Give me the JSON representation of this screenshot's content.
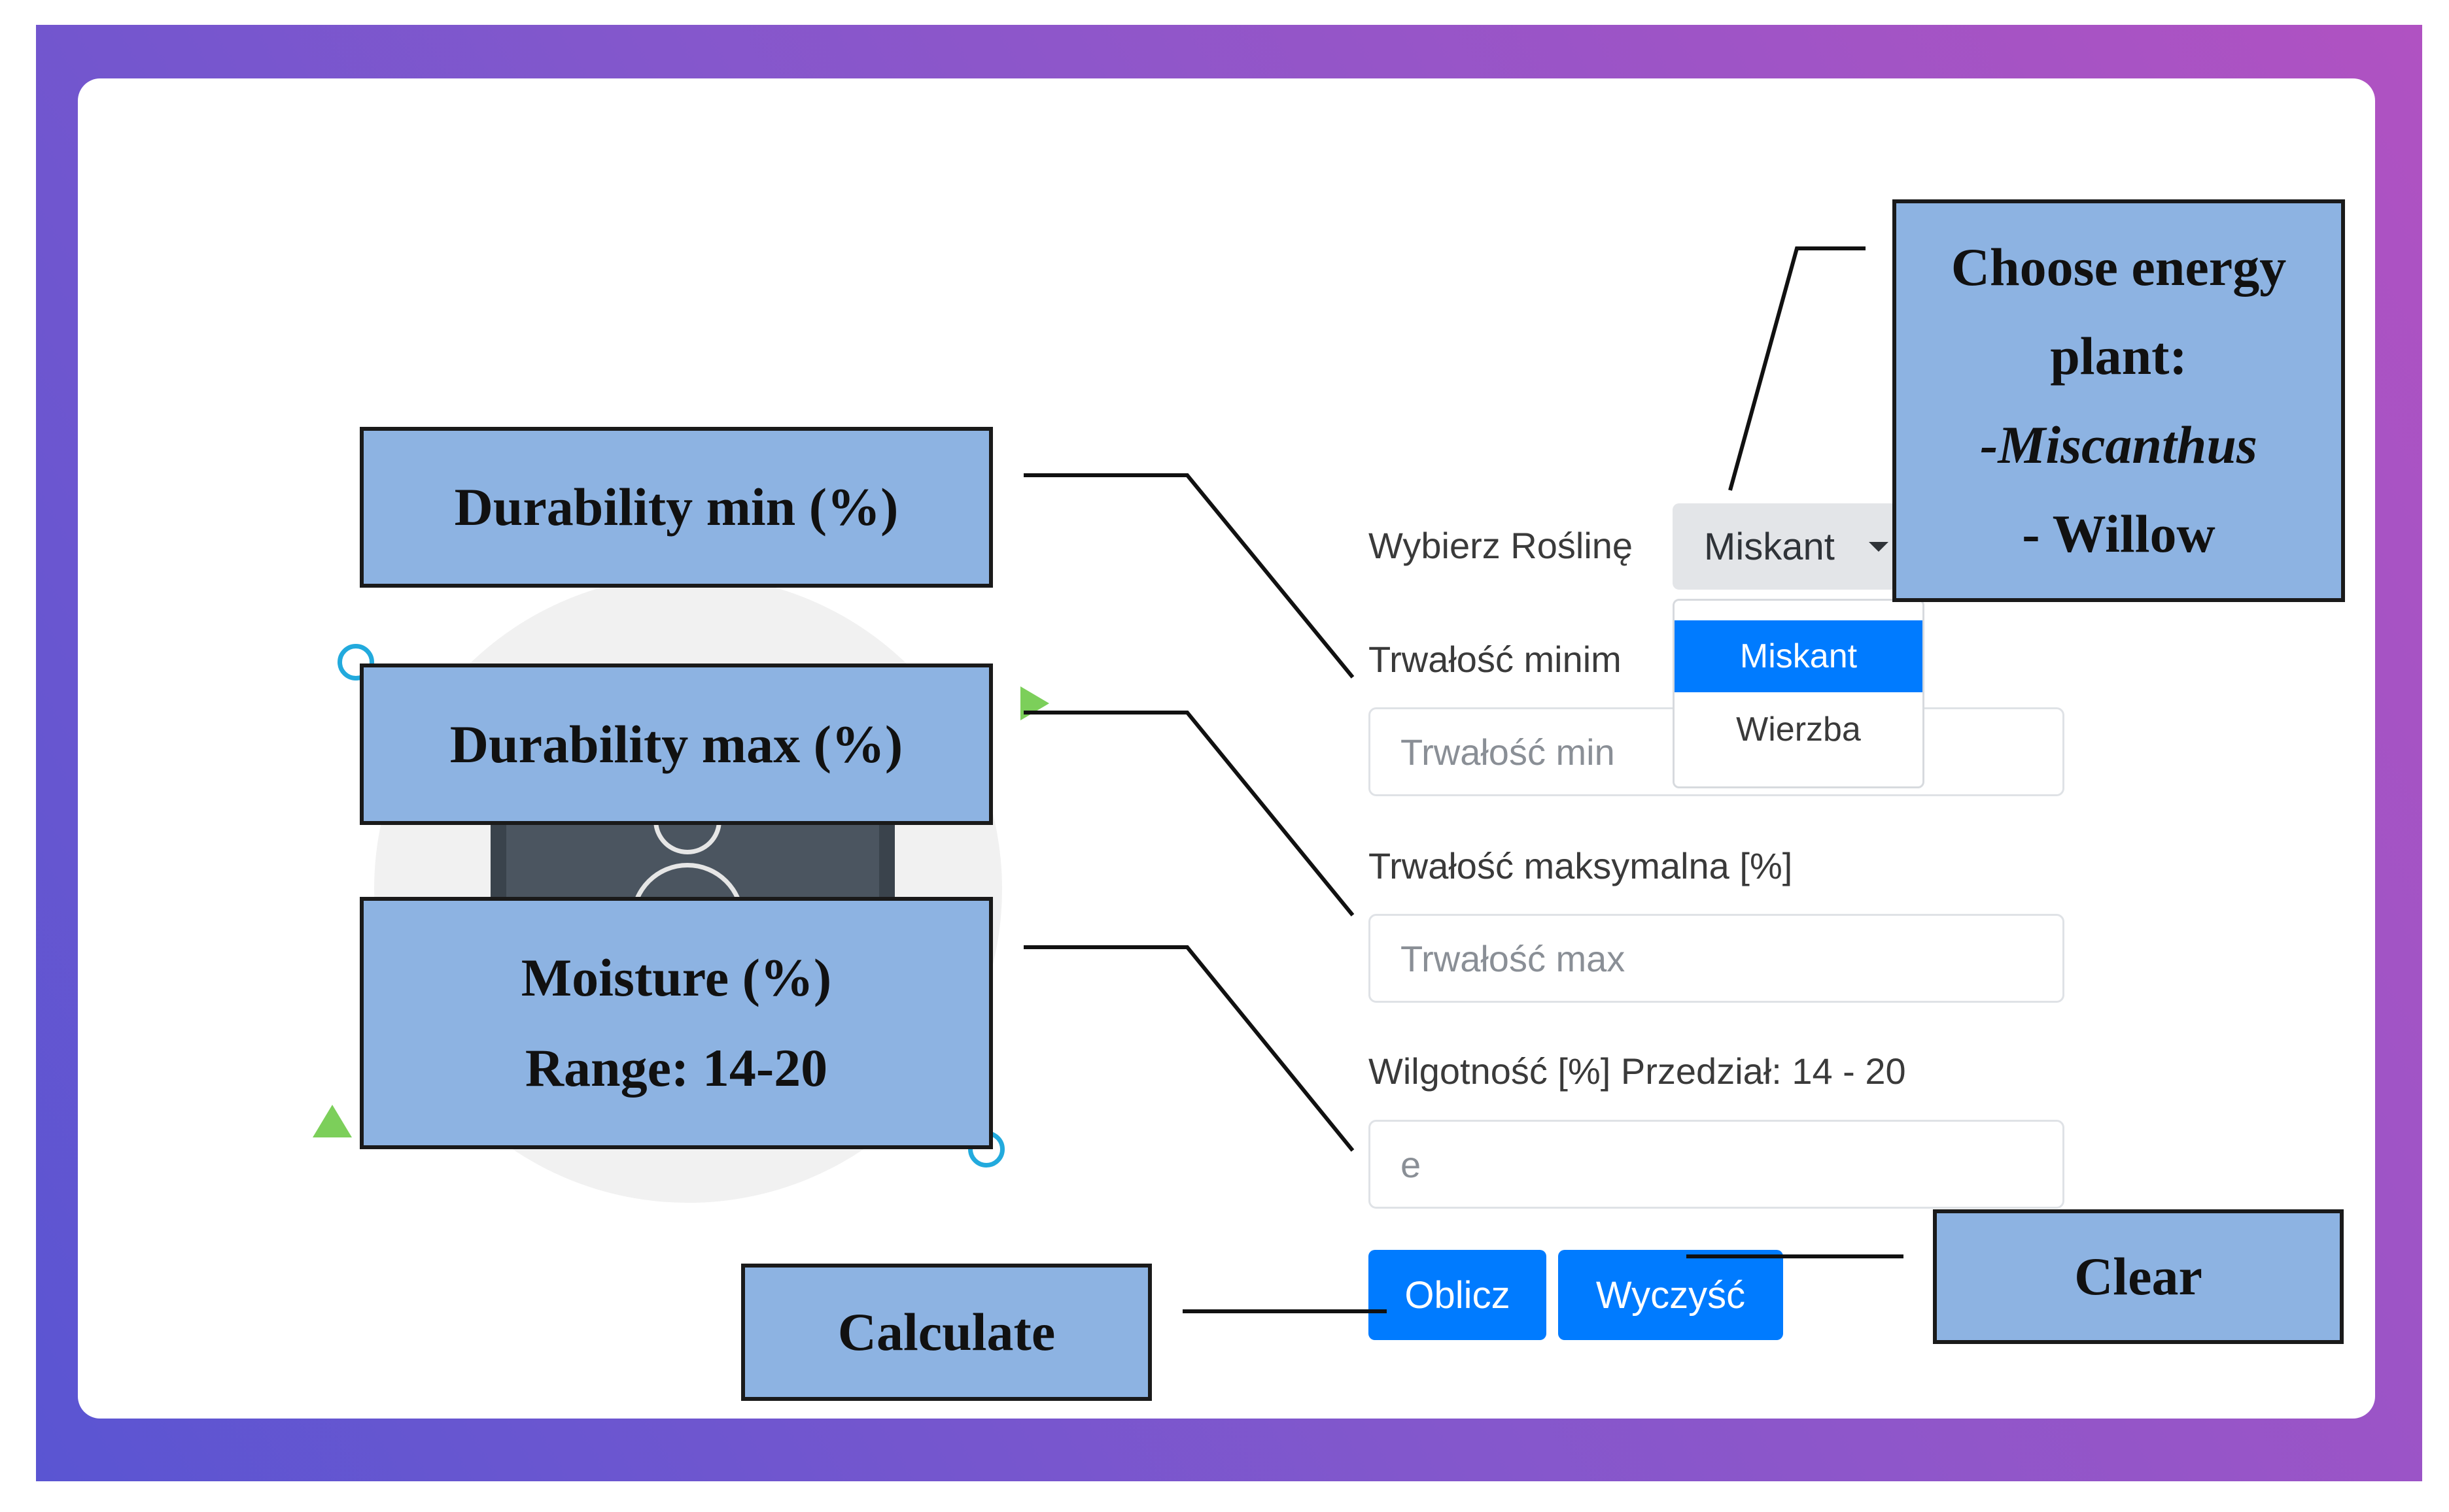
{
  "form": {
    "plant_label": "Wybierz Roślinę",
    "plant_selected": "Miskant",
    "plant_options": [
      "Miskant",
      "Wierzba"
    ],
    "durability_min_label": "Trwałość minim",
    "durability_min_placeholder": "Trwałość min",
    "durability_max_label": "Trwałość maksymalna [%]",
    "durability_max_placeholder": "Trwałość max",
    "moisture_label": "Wilgotność [%] Przedział: 14 - 20",
    "moisture_value": "e",
    "calculate_button": "Oblicz",
    "clear_button": "Wyczyść"
  },
  "annotations": {
    "durability_min": "Durability min (%)",
    "durability_max": "Durability max (%)",
    "moisture_line1": "Moisture (%)",
    "moisture_line2": "Range: 14-20",
    "calculate": "Calculate",
    "clear": "Clear",
    "plant_line1": "Choose energy",
    "plant_line2": "plant:",
    "plant_line3": "-Miscanthus",
    "plant_line4": "- Willow"
  },
  "colors": {
    "primary": "#007bff",
    "annotation_fill": "#8db3e2",
    "gradient_start": "#5a55d2",
    "gradient_end": "#b052c2"
  },
  "icons": [
    "user-icon",
    "caret-down-icon"
  ]
}
